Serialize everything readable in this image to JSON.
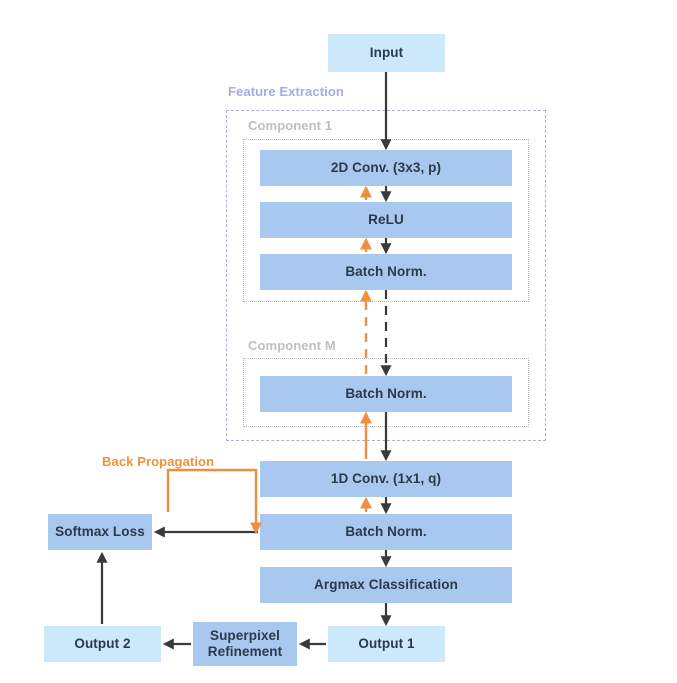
{
  "diagram": {
    "title": "CNN Segmentation Architecture Flowchart",
    "colors": {
      "box_light": "#cce8fa",
      "box_medium": "#a8c8f0",
      "forward_arrow": "#3a3a3a",
      "backprop_arrow": "#ed9042",
      "group_border": "#aeaee6",
      "component_border": "#b9b9b9",
      "group_title": "#a9a9e8",
      "component_title": "#bfbfbf",
      "text": "#2b3a4a",
      "background": "#ffffff"
    },
    "labels": {
      "feature_extraction": "Feature Extraction",
      "component_1": "Component 1",
      "component_m": "Component M",
      "back_propagation": "Back Propagation"
    },
    "nodes": {
      "input": "Input",
      "conv2d": "2D Conv.  (3x3, p)",
      "relu": "ReLU",
      "batch_norm_1": "Batch Norm.",
      "batch_norm_m": "Batch Norm.",
      "conv1d": "1D Conv. (1x1, q)",
      "batch_norm_2": "Batch Norm.",
      "argmax": "Argmax Classification",
      "output_1": "Output 1",
      "superpixel": "Superpixel\nRefinement",
      "superpixel_line1": "Superpixel",
      "superpixel_line2": "Refinement",
      "output_2": "Output 2",
      "softmax_loss": "Softmax Loss"
    }
  }
}
